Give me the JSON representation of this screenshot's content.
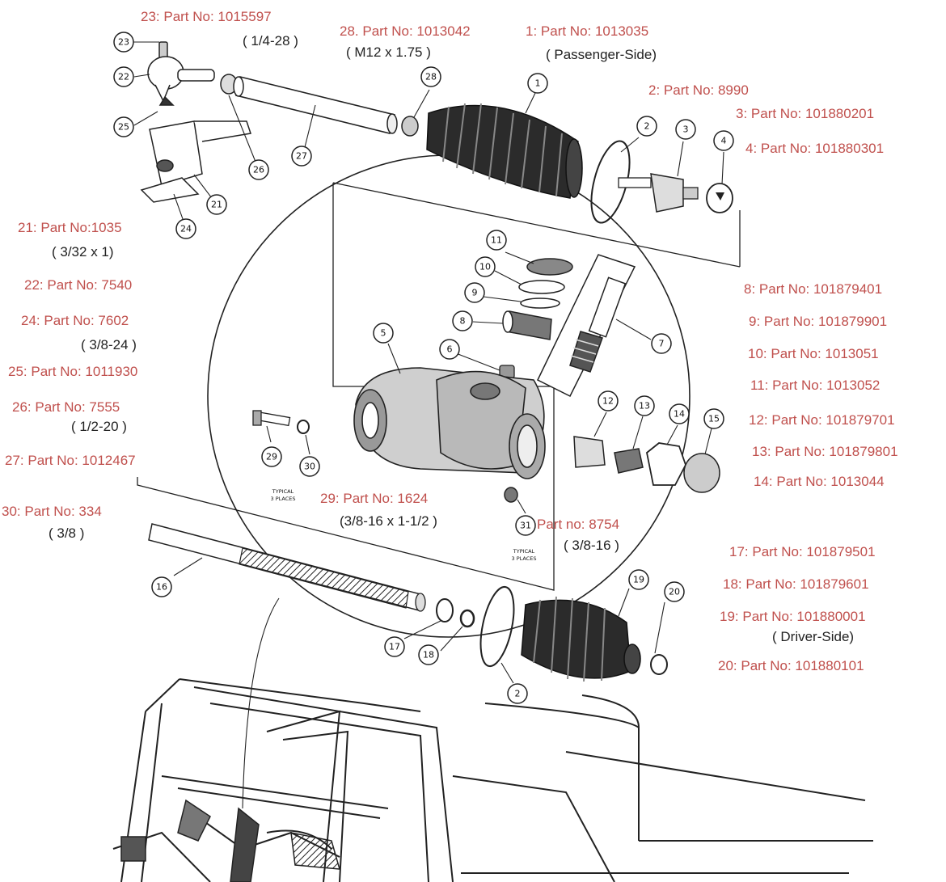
{
  "labels": [
    {
      "key": "p23",
      "text": "23: Part No: 1015597"
    },
    {
      "key": "p23s",
      "text": "( 1/4-28 )"
    },
    {
      "key": "p28",
      "text": "28. Part No:  1013042"
    },
    {
      "key": "p28s",
      "text": "( M12 x 1.75 )"
    },
    {
      "key": "p1",
      "text": "1: Part No: 1013035"
    },
    {
      "key": "p1s",
      "text": "( Passenger-Side)"
    },
    {
      "key": "p2",
      "text": "2: Part No: 8990"
    },
    {
      "key": "p3",
      "text": "3: Part No: 101880201"
    },
    {
      "key": "p4",
      "text": "4: Part No: 101880301"
    },
    {
      "key": "p21",
      "text": "21: Part  No:1035"
    },
    {
      "key": "p21s",
      "text": "(  3/32 x 1)"
    },
    {
      "key": "p22",
      "text": "22: Part No: 7540"
    },
    {
      "key": "p24",
      "text": "24: Part No:  7602"
    },
    {
      "key": "p24s",
      "text": "( 3/8-24 )"
    },
    {
      "key": "p25",
      "text": "25: Part No: 1011930"
    },
    {
      "key": "p26",
      "text": "26: Part No:  7555"
    },
    {
      "key": "p26s",
      "text": "( 1/2-20 )"
    },
    {
      "key": "p27",
      "text": "27: Part No:  1012467"
    },
    {
      "key": "p30",
      "text": "30: Part No:  334"
    },
    {
      "key": "p30s",
      "text": "( 3/8 )"
    },
    {
      "key": "p29",
      "text": "29: Part No:  1624"
    },
    {
      "key": "p29s",
      "text": "(3/8-16 x 1-1/2 )"
    },
    {
      "key": "p31",
      "text": "Part no:  8754"
    },
    {
      "key": "p31s",
      "text": "( 3/8-16 )"
    },
    {
      "key": "p8",
      "text": "8: Part No: 101879401"
    },
    {
      "key": "p9",
      "text": "9: Part No: 101879901"
    },
    {
      "key": "p10",
      "text": "10: Part No:  1013051"
    },
    {
      "key": "p11",
      "text": "11: Part No: 1013052"
    },
    {
      "key": "p12",
      "text": "12: Part No: 101879701"
    },
    {
      "key": "p13",
      "text": "13: Part No: 101879801"
    },
    {
      "key": "p14",
      "text": "14: Part No: 1013044"
    },
    {
      "key": "p17",
      "text": "17: Part No: 101879501"
    },
    {
      "key": "p18",
      "text": "18: Part No: 101879601"
    },
    {
      "key": "p19",
      "text": "19: Part No: 101880001"
    },
    {
      "key": "p19s",
      "text": "( Driver-Side)"
    },
    {
      "key": "p20",
      "text": "20: Part No: 101880101"
    }
  ],
  "callouts": [
    "23",
    "22",
    "25",
    "26",
    "27",
    "28",
    "21",
    "24",
    "1",
    "2",
    "3",
    "4",
    "11",
    "10",
    "9",
    "8",
    "7",
    "5",
    "6",
    "12",
    "13",
    "14",
    "15",
    "29",
    "30",
    "31",
    "16",
    "17",
    "18",
    "2",
    "19",
    "20"
  ],
  "notes": [
    {
      "key": "typ1a",
      "text": "TYPICAL"
    },
    {
      "key": "typ1b",
      "text": "3 PLACES"
    },
    {
      "key": "typ2a",
      "text": "TYPICAL"
    },
    {
      "key": "typ2b",
      "text": "3 PLACES"
    }
  ],
  "colors": {
    "label": "#c0504d",
    "sub": "#222222",
    "line": "#222222"
  }
}
